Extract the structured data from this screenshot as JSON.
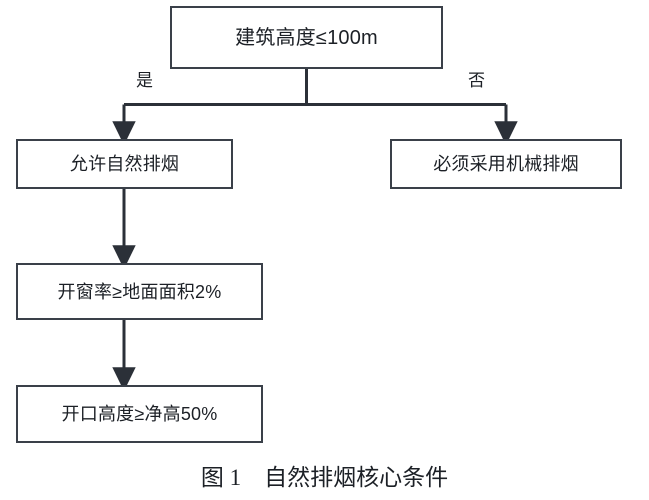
{
  "figure": {
    "caption": "图 1　自然排烟核心条件",
    "caption_number": "图 1",
    "caption_title": "自然排烟核心条件",
    "line_color": "#3a4049",
    "text_color": "#1c2026",
    "background": "#ffffff"
  },
  "nodes": {
    "root": {
      "id": "root",
      "label": "建筑高度≤100m",
      "shape": "rectangle"
    },
    "natural": {
      "id": "natural",
      "label": "允许自然排烟",
      "shape": "rectangle"
    },
    "mechanical": {
      "id": "mechanical",
      "label": "必须采用机械排烟",
      "shape": "rectangle"
    },
    "window": {
      "id": "window",
      "label": "开窗率≥地面面积2%",
      "shape": "rectangle"
    },
    "opening": {
      "id": "opening",
      "label": "开口高度≥净高50%",
      "shape": "rectangle"
    }
  },
  "branches": {
    "yes_label": "是",
    "no_label": "否"
  },
  "edges": [
    {
      "from": "root",
      "to": "natural",
      "label": "是"
    },
    {
      "from": "root",
      "to": "mechanical",
      "label": "否"
    },
    {
      "from": "natural",
      "to": "window",
      "label": ""
    },
    {
      "from": "window",
      "to": "opening",
      "label": ""
    }
  ]
}
